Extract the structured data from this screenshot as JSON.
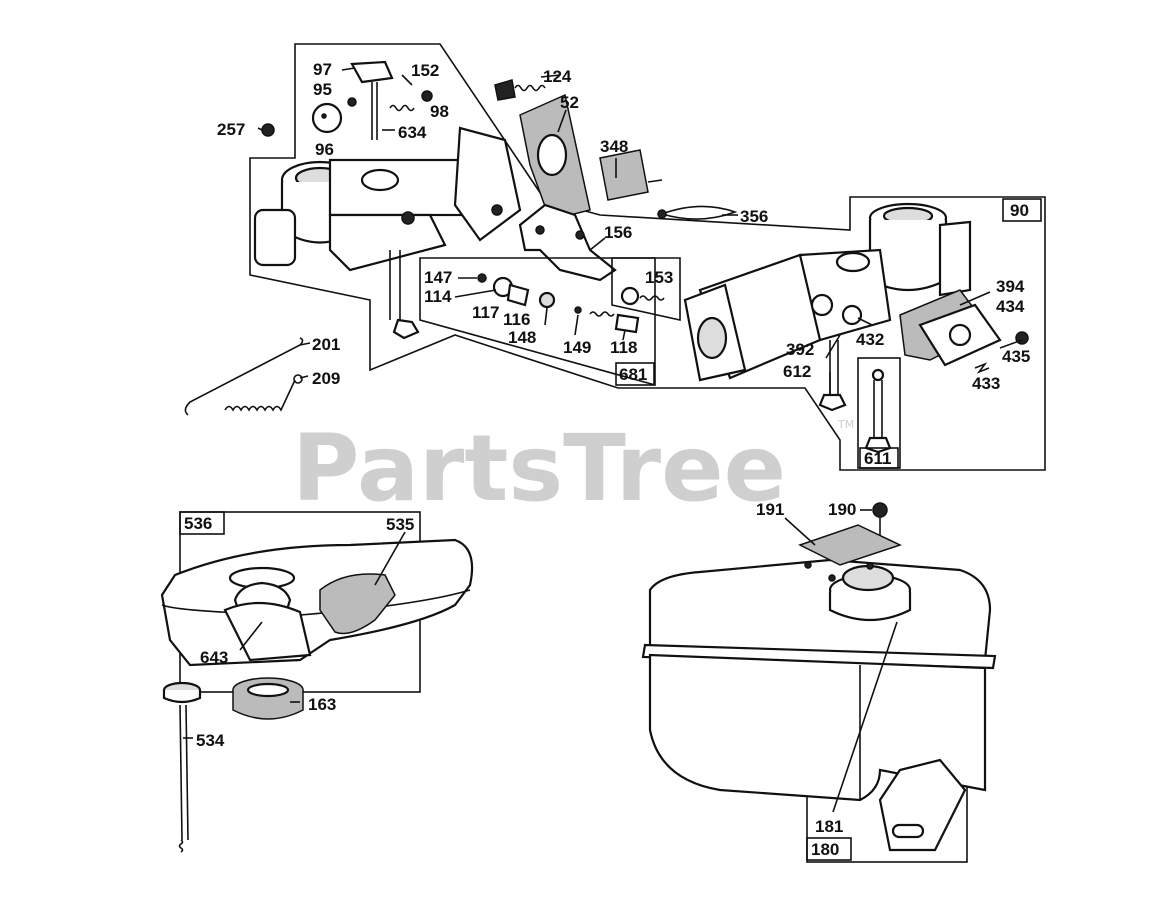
{
  "watermark": {
    "text": "PartsTree",
    "trademark": "TM"
  },
  "callouts": [
    {
      "id": "p97",
      "text": "97"
    },
    {
      "id": "p95",
      "text": "95"
    },
    {
      "id": "p152",
      "text": "152"
    },
    {
      "id": "p98",
      "text": "98"
    },
    {
      "id": "p124",
      "text": "124"
    },
    {
      "id": "p52",
      "text": "52"
    },
    {
      "id": "p257",
      "text": "257"
    },
    {
      "id": "p634",
      "text": "634"
    },
    {
      "id": "p96",
      "text": "96"
    },
    {
      "id": "p348",
      "text": "348"
    },
    {
      "id": "p356",
      "text": "356"
    },
    {
      "id": "p156",
      "text": "156"
    },
    {
      "id": "p147",
      "text": "147"
    },
    {
      "id": "p114",
      "text": "114"
    },
    {
      "id": "p117",
      "text": "117"
    },
    {
      "id": "p116",
      "text": "116"
    },
    {
      "id": "p148",
      "text": "148"
    },
    {
      "id": "p149",
      "text": "149"
    },
    {
      "id": "p118",
      "text": "118"
    },
    {
      "id": "p153",
      "text": "153"
    },
    {
      "id": "p394",
      "text": "394"
    },
    {
      "id": "p434",
      "text": "434"
    },
    {
      "id": "p432",
      "text": "432"
    },
    {
      "id": "p392",
      "text": "392"
    },
    {
      "id": "p435",
      "text": "435"
    },
    {
      "id": "p612",
      "text": "612"
    },
    {
      "id": "p433",
      "text": "433"
    },
    {
      "id": "p201",
      "text": "201"
    },
    {
      "id": "p209",
      "text": "209"
    },
    {
      "id": "p535",
      "text": "535"
    },
    {
      "id": "p643",
      "text": "643"
    },
    {
      "id": "p163",
      "text": "163"
    },
    {
      "id": "p534",
      "text": "534"
    },
    {
      "id": "p191",
      "text": "191"
    },
    {
      "id": "p190",
      "text": "190"
    },
    {
      "id": "p181",
      "text": "181"
    }
  ],
  "boxes": [
    {
      "id": "b90",
      "text": "90"
    },
    {
      "id": "b681",
      "text": "681"
    },
    {
      "id": "b611",
      "text": "611"
    },
    {
      "id": "b536",
      "text": "536"
    },
    {
      "id": "b180",
      "text": "180"
    }
  ]
}
